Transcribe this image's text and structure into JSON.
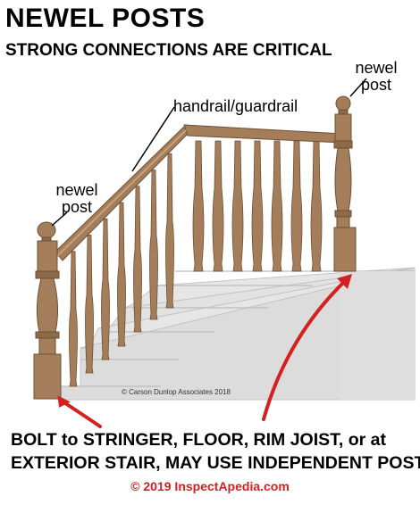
{
  "heading": {
    "title": "NEWEL POSTS",
    "subtitle": "STRONG CONNECTIONS ARE CRITICAL"
  },
  "labels": {
    "newel_right_line1": "newel",
    "newel_right_line2": "post",
    "newel_left_line1": "newel",
    "newel_left_line2": "post",
    "handrail": "handrail/guardrail"
  },
  "image_credit": "© Carson Dunlop Associates 2018",
  "caption": {
    "line1": "BOLT to STRINGER, FLOOR, RIM JOIST, or at",
    "line2": "EXTERIOR STAIR, MAY USE INDEPENDENT POST"
  },
  "footer": "© 2019 InspectApedia.com",
  "colors": {
    "wood": "#a47e5a",
    "wood_dark": "#6e4f33",
    "stair": "#dcdcdc",
    "arrow": "#d42020"
  }
}
